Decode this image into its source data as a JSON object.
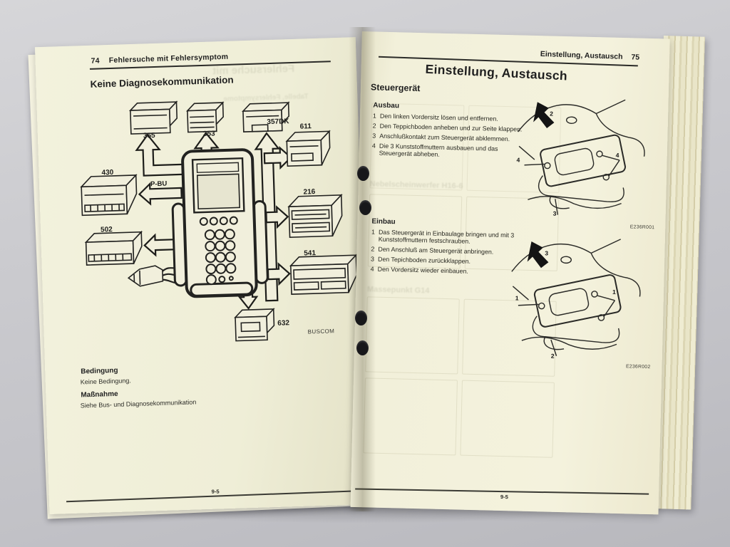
{
  "colors": {
    "paper": "#f2f0da",
    "desk": "#c6c6ca",
    "ink": "#1f1f1f"
  },
  "left_page": {
    "page_number": "74",
    "header_title": "Fehlersuche mit Fehlersymptom",
    "section_title": "Keine Diagnosekommunikation",
    "ghost_title": "Fehlersuche mit",
    "ghost_subtitle": "Tabelle, Fehlersymptome",
    "diagram": {
      "modules": [
        "355",
        "353",
        "357DK",
        "611",
        "430",
        "502",
        "216",
        "541",
        "632"
      ],
      "bus_label": "P-BU",
      "caption": "BUSCOM"
    },
    "condition_heading": "Bedingung",
    "condition_text": "Keine Bedingung.",
    "measure_heading": "Maßnahme",
    "measure_text": "Siehe Bus- und Diagnosekommunikation",
    "footer": "9-5"
  },
  "right_page": {
    "header_title": "Einstellung, Austausch",
    "page_number": "75",
    "title": "Einstellung, Austausch",
    "section_title": "Steuergerät",
    "ausbau": {
      "heading": "Ausbau",
      "steps": [
        {
          "n": "1",
          "text": "Den linken Vordersitz lösen und entfernen."
        },
        {
          "n": "2",
          "text": "Den Teppichboden anheben und zur Seite klappen."
        },
        {
          "n": "3",
          "text": "Anschlußkontakt zum Steuergerät abklemmen."
        },
        {
          "n": "4",
          "text": "Die 3 Kunststoffmuttern ausbauen und das Steuergerät abheben."
        }
      ]
    },
    "einbau": {
      "heading": "Einbau",
      "steps": [
        {
          "n": "1",
          "text": "Das Steuergerät in Einbaulage bringen und mit 3 Kunststoffmuttern festschrauben."
        },
        {
          "n": "2",
          "text": "Den Anschluß am Steuergerät anbringen."
        },
        {
          "n": "3",
          "text": "Den Tepichboden zurückklappen."
        },
        {
          "n": "4",
          "text": "Den Vordersitz wieder einbauen."
        }
      ]
    },
    "figures": [
      {
        "label": "E236R001",
        "arrow_num": "2",
        "left_num": "4",
        "right_num": "4",
        "bottom_num": "3"
      },
      {
        "label": "E236R002",
        "arrow_num": "3",
        "left_num": "1",
        "right_num": "1",
        "bottom_num": "2"
      }
    ],
    "ghost_heading_1": "Nebelscheinwerfer H16-6",
    "ghost_heading_2": "Massepunkt G14",
    "footer": "9-5"
  }
}
